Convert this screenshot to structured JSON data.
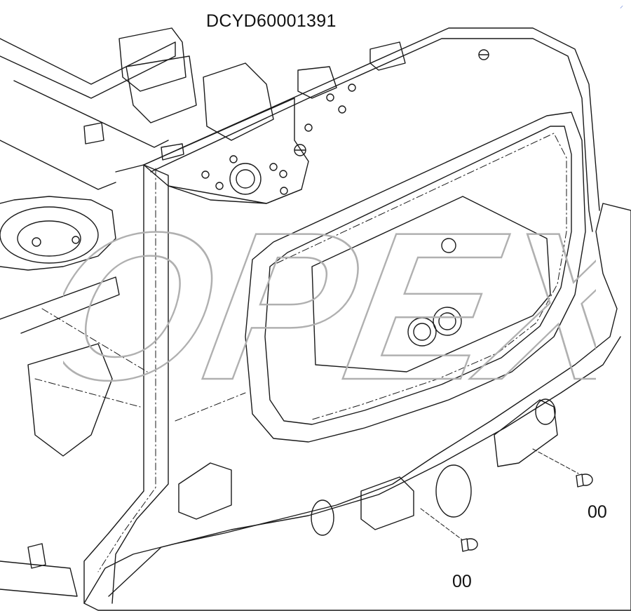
{
  "drawing": {
    "code": "DCYD60001391",
    "callouts": [
      {
        "label": "00"
      },
      {
        "label": "00"
      }
    ]
  },
  "watermark": {
    "text": "OPEX"
  },
  "colors": {
    "line": "#1a1a1a",
    "watermark": "#b0b0b0",
    "background": "#ffffff"
  }
}
